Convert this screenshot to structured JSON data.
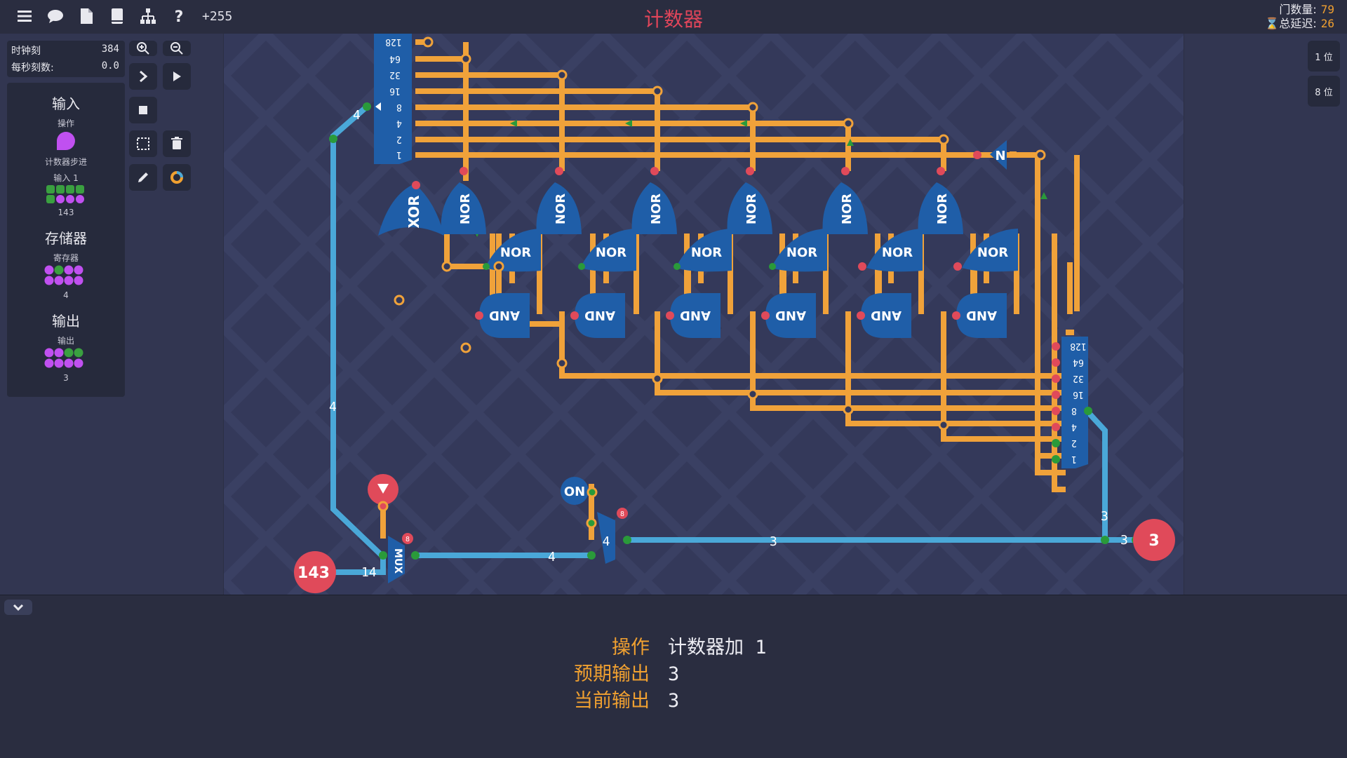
{
  "header": {
    "title": "计数器",
    "bonus_label": "+255",
    "gate_count_label": "门数量:",
    "gate_count": "79",
    "delay_label": "总延迟:",
    "delay": "26"
  },
  "sim": {
    "ticks_label": "时钟刻",
    "ticks": "384",
    "tps_label": "每秒刻数:",
    "tps": "0.0"
  },
  "palette": {
    "input_title": "输入",
    "operation_label": "操作",
    "counter_step_label": "计数器步进",
    "input1_label": "输入 1",
    "input1_value": "143",
    "storage_title": "存储器",
    "register_label": "寄存器",
    "register_value": "4",
    "output_title": "输出",
    "output_label": "输出",
    "output_value": "3"
  },
  "bit_buttons": [
    "1 位",
    "8 位"
  ],
  "info": {
    "operation_key": "操作",
    "operation_val_cn": "计数器加",
    "operation_val_num": " 1",
    "expected_key": "预期输出",
    "expected_val": "3",
    "current_key": "当前输出",
    "current_val": "3"
  },
  "circuit": {
    "top_split_bits": [
      "128",
      "64",
      "32",
      "16",
      "8",
      "4",
      "2",
      "1"
    ],
    "bottom_merge_bits": [
      "128",
      "64",
      "32",
      "16",
      "8",
      "4",
      "2",
      "1"
    ],
    "gates": {
      "xor": "XOR",
      "nor": "NOR",
      "and": "AND",
      "not": "N",
      "mux": "MUX",
      "on": "ON"
    },
    "wire_labels": {
      "top_left": "4",
      "left_vertical": "4",
      "mux_bottom": "14",
      "mux_to_reg": "4",
      "reg_out": "4",
      "to_output": "3",
      "right_vertical": "3",
      "output_in": "3"
    },
    "input_node": "143",
    "output_node": "3",
    "badge": "8"
  },
  "colors": {
    "wire_orange": "#f0a23a",
    "wire_blue": "#4aa8d8",
    "gate_blue": "#1f5ea8",
    "title_red": "#e0455a",
    "accent_orange": "#f0a030"
  }
}
